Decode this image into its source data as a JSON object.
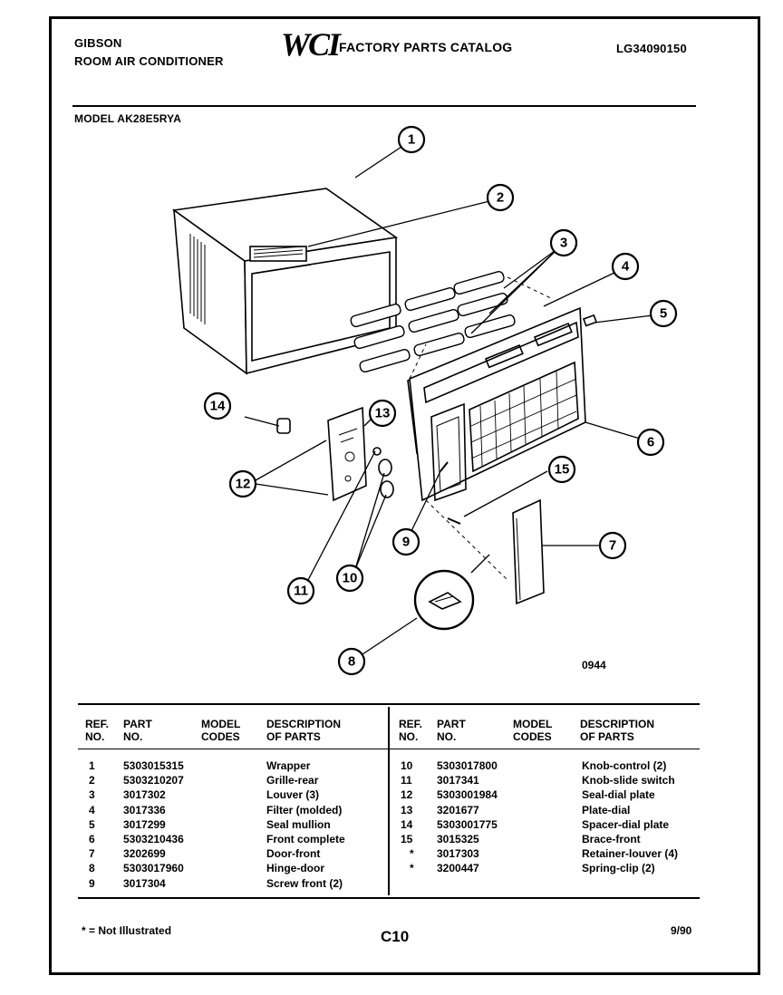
{
  "header": {
    "brand": "GIBSON",
    "product": "ROOM AIR CONDITIONER",
    "logo": "WCI",
    "catalog_title": "FACTORY PARTS CATALOG",
    "catalog_code": "LG34090150",
    "model_line": "MODEL AK28E5RYA"
  },
  "diagram": {
    "callouts": [
      "1",
      "2",
      "3",
      "4",
      "5",
      "6",
      "7",
      "8",
      "9",
      "10",
      "11",
      "12",
      "13",
      "14",
      "15"
    ],
    "figure_code": "0944"
  },
  "columns": {
    "ref": "REF.",
    "ref_no": "NO.",
    "part": "PART",
    "part_no": "NO.",
    "model": "MODEL",
    "codes": "CODES",
    "desc": "DESCRIPTION",
    "of_parts": "OF PARTS"
  },
  "parts_left": [
    {
      "ref": "1",
      "part": "5303015315",
      "code": "",
      "desc": "Wrapper"
    },
    {
      "ref": "2",
      "part": "5303210207",
      "code": "",
      "desc": "Grille-rear"
    },
    {
      "ref": "3",
      "part": "3017302",
      "code": "",
      "desc": "Louver (3)"
    },
    {
      "ref": "4",
      "part": "3017336",
      "code": "",
      "desc": "Filter (molded)"
    },
    {
      "ref": "5",
      "part": "3017299",
      "code": "",
      "desc": "Seal mullion"
    },
    {
      "ref": "6",
      "part": "5303210436",
      "code": "",
      "desc": "Front complete"
    },
    {
      "ref": "7",
      "part": "3202699",
      "code": "",
      "desc": "Door-front"
    },
    {
      "ref": "8",
      "part": "5303017960",
      "code": "",
      "desc": "Hinge-door"
    },
    {
      "ref": "9",
      "part": "3017304",
      "code": "",
      "desc": "Screw front (2)"
    }
  ],
  "parts_right": [
    {
      "ref": "10",
      "part": "5303017800",
      "code": "",
      "desc": "Knob-control (2)"
    },
    {
      "ref": "11",
      "part": "3017341",
      "code": "",
      "desc": "Knob-slide switch"
    },
    {
      "ref": "12",
      "part": "5303001984",
      "code": "",
      "desc": "Seal-dial plate"
    },
    {
      "ref": "13",
      "part": "3201677",
      "code": "",
      "desc": "Plate-dial"
    },
    {
      "ref": "14",
      "part": "5303001775",
      "code": "",
      "desc": "Spacer-dial plate"
    },
    {
      "ref": "15",
      "part": "3015325",
      "code": "",
      "desc": "Brace-front"
    },
    {
      "ref": "*",
      "part": "3017303",
      "code": "",
      "desc": "Retainer-louver (4)"
    },
    {
      "ref": "*",
      "part": "3200447",
      "code": "",
      "desc": "Spring-clip (2)"
    }
  ],
  "footer": {
    "note": "* = Not Illustrated",
    "page": "C10",
    "date": "9/90"
  }
}
